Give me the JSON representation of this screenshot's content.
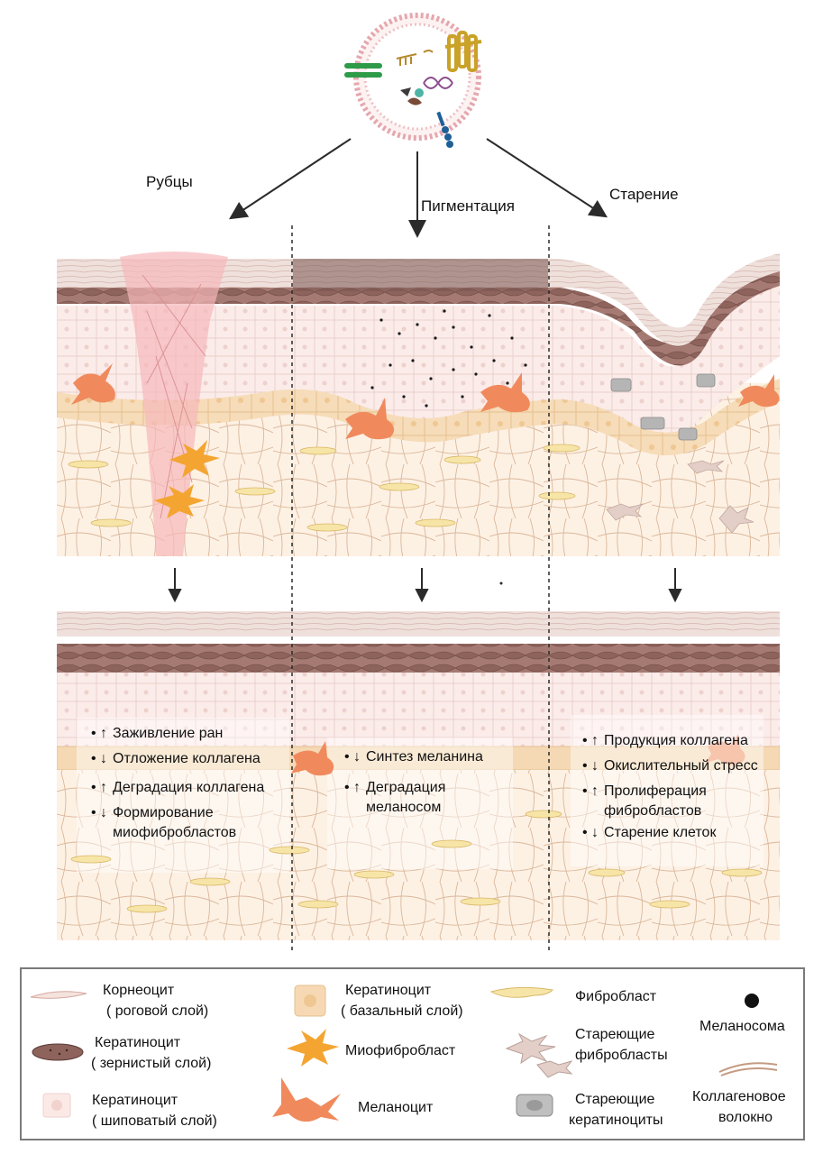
{
  "top_labels": {
    "scars": "Рубцы",
    "pigmentation": "Пигментация",
    "aging": "Старение"
  },
  "effects": {
    "scars": [
      {
        "arrow": "↑",
        "text": "Заживление ран"
      },
      {
        "arrow": "↓",
        "text": "Отложение коллагена"
      },
      {
        "arrow": "↑",
        "text": "Деградация коллагена"
      },
      {
        "arrow": "↓",
        "text": "Формирование миофибробластов"
      }
    ],
    "pigmentation": [
      {
        "arrow": "↓",
        "text": "Синтез меланина"
      },
      {
        "arrow": "↑",
        "text": "Деградация меланосом"
      }
    ],
    "aging": [
      {
        "arrow": "↑",
        "text": "Продукция коллагена"
      },
      {
        "arrow": "↓",
        "text": "Окислительный стресс"
      },
      {
        "arrow": "↑",
        "text": "Пролиферация фибробластов"
      },
      {
        "arrow": "↓",
        "text": "Старение клеток"
      }
    ]
  },
  "legend": {
    "corneocyte": {
      "line1": "Корнеоцит",
      "line2": "( роговой слой)"
    },
    "kerat_granular": {
      "line1": "Кератиноцит",
      "line2": "( зернистый слой)"
    },
    "kerat_spinous": {
      "line1": "Кератиноцит",
      "line2": "( шиповатый слой)"
    },
    "kerat_basal": {
      "line1": "Кератиноцит",
      "line2": "( базальный слой)"
    },
    "myofibroblast": "Миофибробласт",
    "melanocyte": "Меланоцит",
    "fibroblast": "Фибробласт",
    "senescent_fibroblasts": {
      "line1": "Стареющие",
      "line2": "фибробласты"
    },
    "senescent_keratinocytes": {
      "line1": "Стареющие",
      "line2": "кератиноциты"
    },
    "melanosome": "Меланосома",
    "collagen_fiber": {
      "line1": "Коллагеновое",
      "line2": "волокно"
    }
  },
  "colors": {
    "stratum_corneum": "#e9d3cb",
    "granular": "#9c7068",
    "spinous": "#f8e6e2",
    "basal": "#f5d9b4",
    "dermis": "#fdf1e4",
    "scar": "#f7c4c4",
    "melanocyte": "#f08a5d",
    "myofibroblast": "#f4a531",
    "fibroblast": "#f7e5a8"
  }
}
